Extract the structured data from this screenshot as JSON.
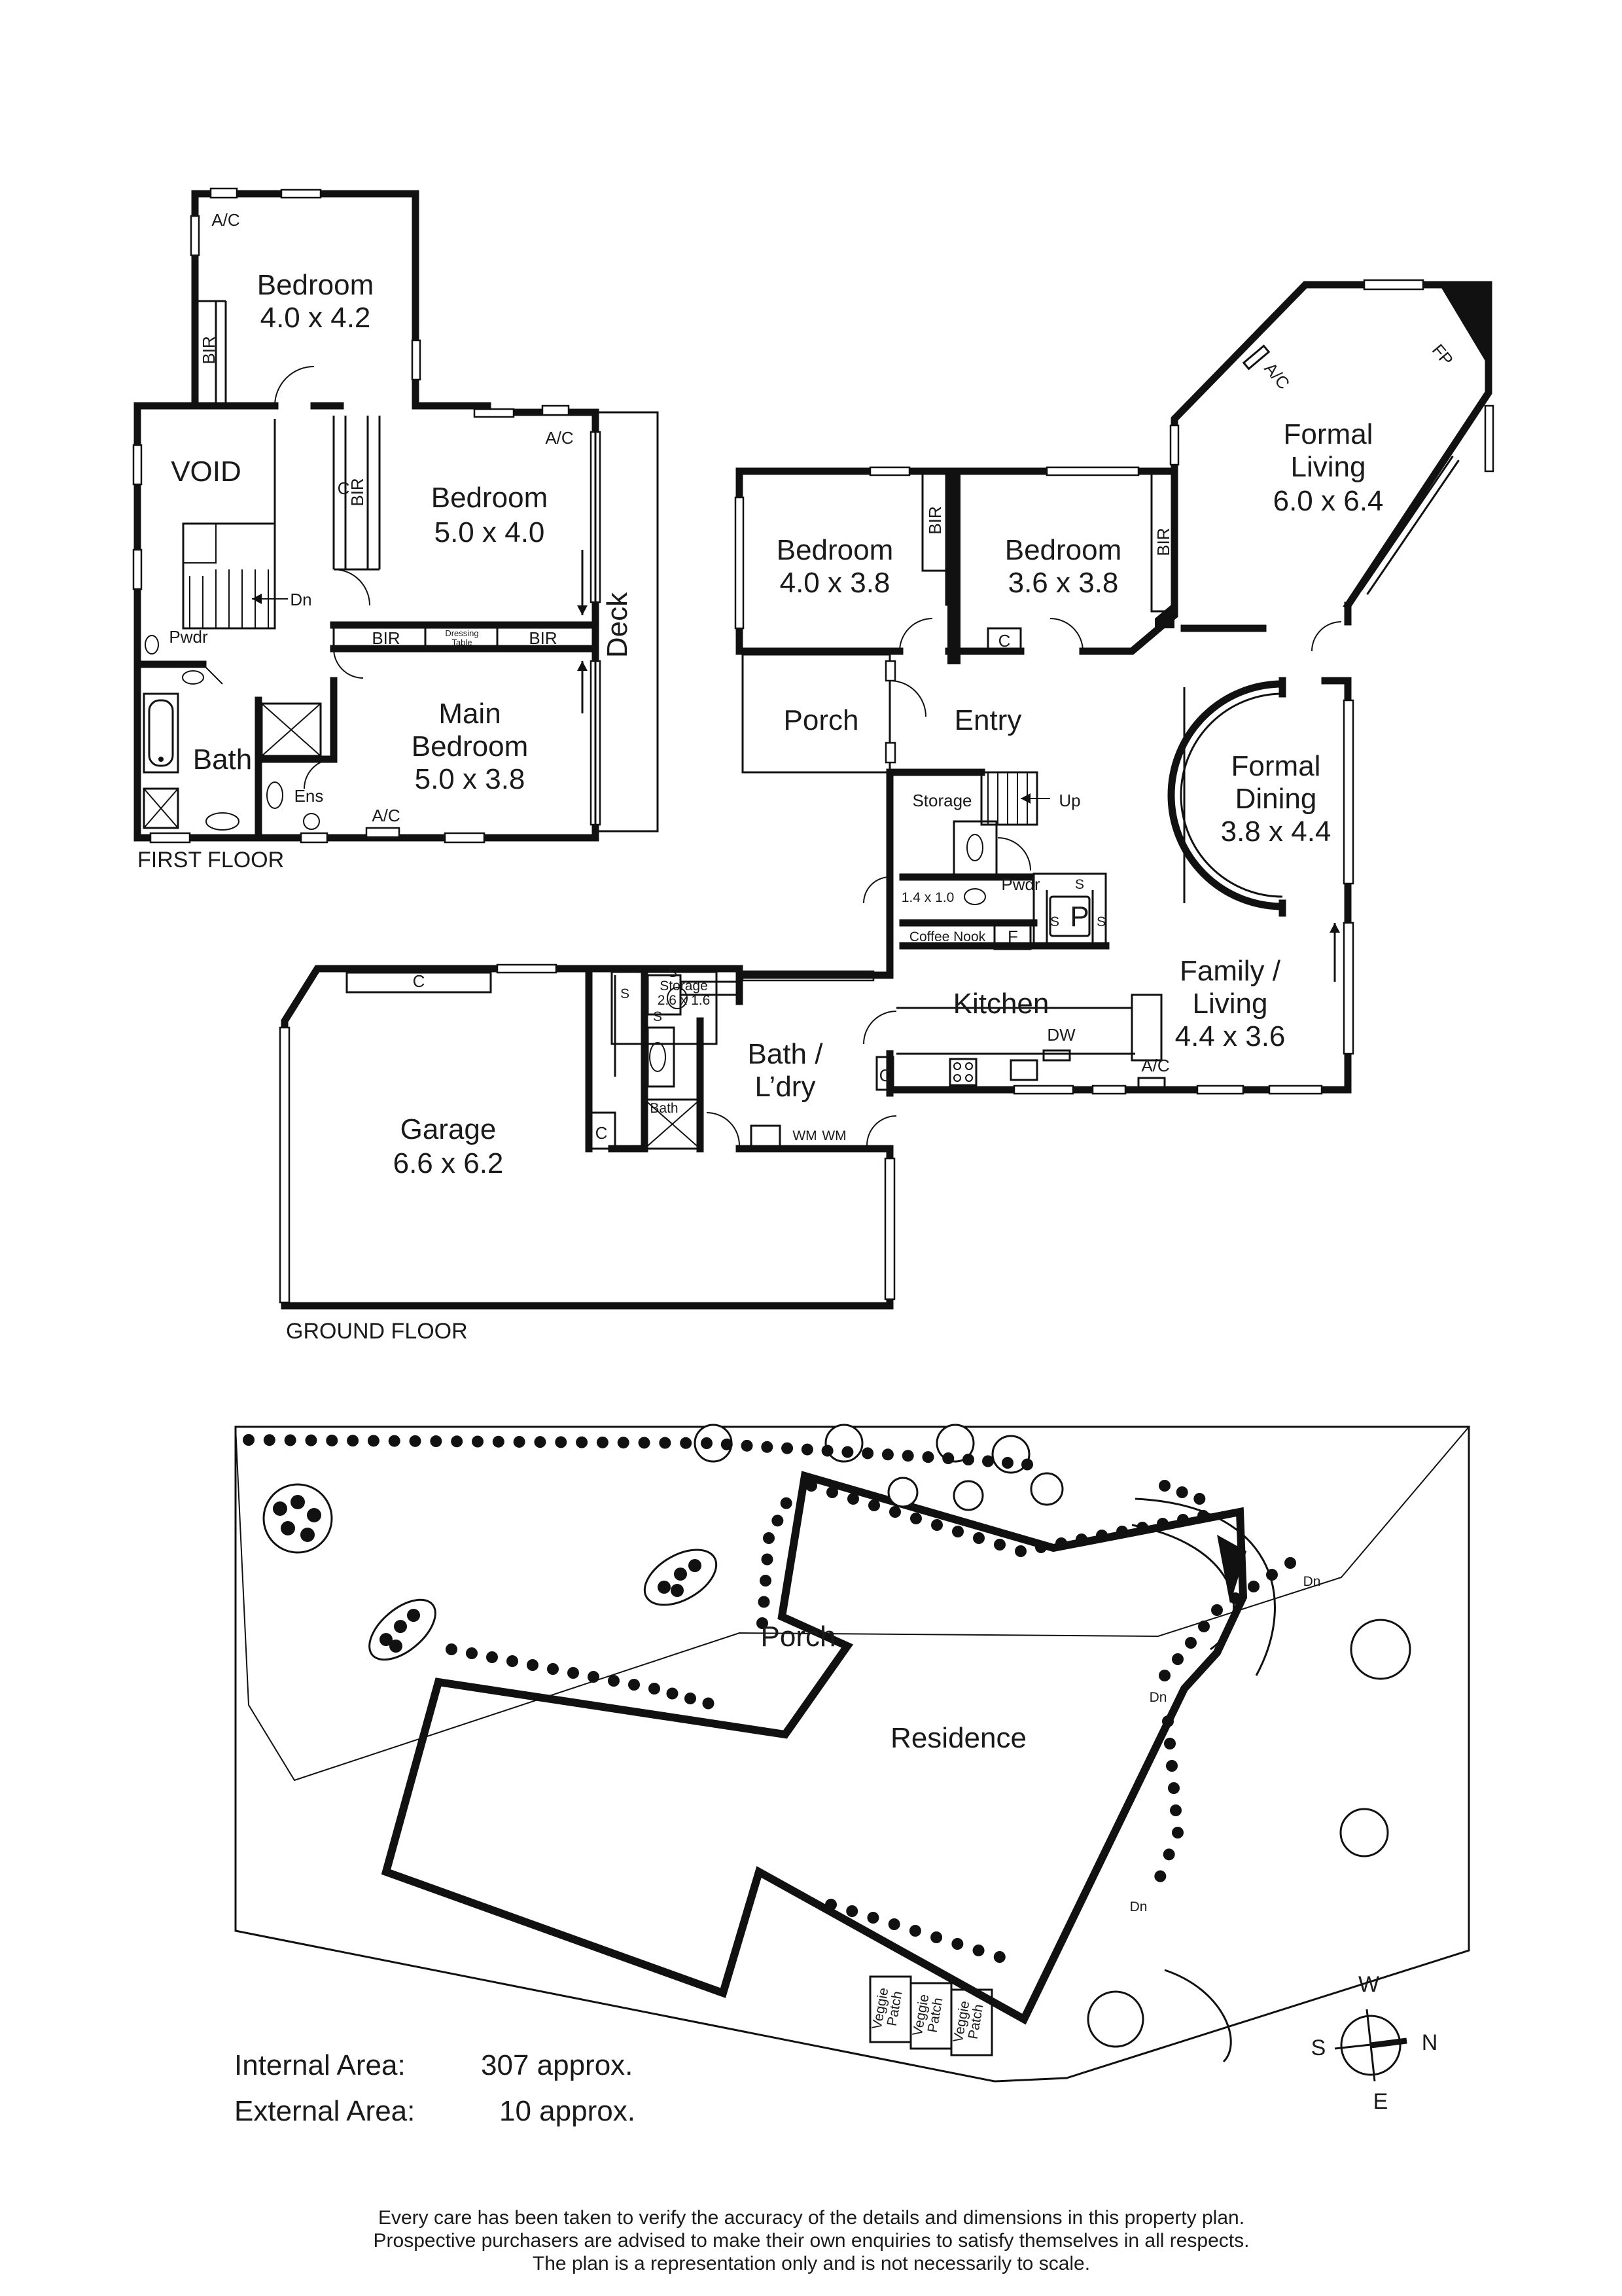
{
  "first_floor": {
    "title": "FIRST FLOOR",
    "rooms": {
      "bedroom_top": {
        "name": "Bedroom",
        "dims": "4.0 x 4.2"
      },
      "void": {
        "name": "VOID"
      },
      "bedroom_mid": {
        "name": "Bedroom",
        "dims": "5.0 x 4.0"
      },
      "main_bedroom": {
        "line1": "Main",
        "line2": "Bedroom",
        "dims": "5.0 x 3.8"
      },
      "bath": {
        "name": "Bath"
      },
      "ens": {
        "name": "Ens"
      },
      "pwdr": {
        "name": "Pwdr"
      },
      "deck": {
        "name": "Deck"
      }
    },
    "labels": {
      "ac_1": "A/C",
      "ac_2": "A/C",
      "ac_3": "A/C",
      "bir_1": "BIR",
      "bir_2": "BIR",
      "bir_3": "BIR",
      "bir_4": "BIR",
      "c_1": "C",
      "dn": "Dn",
      "dressing_1": "Dressing",
      "dressing_2": "Table"
    }
  },
  "ground_floor": {
    "title": "GROUND FLOOR",
    "rooms": {
      "bedroom_a": {
        "name": "Bedroom",
        "dims": "4.0 x 3.8"
      },
      "bedroom_b": {
        "name": "Bedroom",
        "dims": "3.6 x 3.8"
      },
      "formal_living": {
        "line1": "Formal",
        "line2": "Living",
        "dims": "6.0 x 6.4"
      },
      "porch": {
        "name": "Porch"
      },
      "entry": {
        "name": "Entry"
      },
      "formal_dining": {
        "line1": "Formal",
        "line2": "Dining",
        "dims": "3.8 x 4.4"
      },
      "storage": {
        "name": "Storage"
      },
      "pwdr": {
        "name": "Pwdr"
      },
      "coffee_nook": {
        "name": "Coffee Nook"
      },
      "nook_dims": {
        "name": "1.4 x 1.0"
      },
      "kitchen": {
        "name": "Kitchen"
      },
      "family_living": {
        "line1": "Family /",
        "line2": "Living",
        "dims": "4.4 x 3.6"
      },
      "garage": {
        "name": "Garage",
        "dims": "6.6 x 6.2"
      },
      "bath_ldry": {
        "line1": "Bath /",
        "line2": "L’dry"
      },
      "storage_small": {
        "name": "Storage",
        "dims": "2.6 x 1.6"
      },
      "bath_small": {
        "name": "Bath"
      }
    },
    "labels": {
      "bir_a": "BIR",
      "bir_b": "BIR",
      "ac_fl": "A/C",
      "fp": "FP",
      "c_entry": "C",
      "up": "Up",
      "s1": "S",
      "s2": "S",
      "s3": "S",
      "p": "P",
      "f": "F",
      "dw": "DW",
      "ac_kitchen": "A/C",
      "c_kitchen": "C",
      "c_garage_top": "C",
      "c_garage_bottom": "C",
      "wm1": "WM",
      "wm2": "WM",
      "s4": "S",
      "s5": "S",
      "s6": "S"
    }
  },
  "site_plan": {
    "residence": "Residence",
    "porch": "Porch",
    "dn_1": "Dn",
    "dn_2": "Dn",
    "dn_3": "Dn",
    "veggie_1": "Veggie",
    "veggie_2": "Veggie",
    "veggie_3": "Veggie",
    "patch_1": "Patch",
    "patch_2": "Patch",
    "patch_3": "Patch"
  },
  "compass": {
    "w": "W",
    "n": "N",
    "e": "E",
    "s": "S"
  },
  "areas": {
    "internal_label": "Internal Area:",
    "internal_value": "307 approx.",
    "external_label": "External Area:",
    "external_value": "10 approx."
  },
  "disclaimer": {
    "line1": "Every care has been taken to verify the accuracy of the details and dimensions in this property plan.",
    "line2": "Prospective purchasers are advised to make their own enquiries to satisfy themselves in all respects.",
    "line3": "The plan is a representation only and is not necessarily to scale."
  }
}
